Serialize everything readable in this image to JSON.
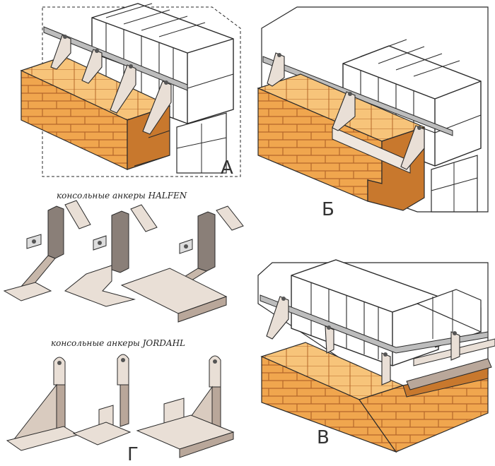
{
  "labels": {
    "panel_a": "А",
    "panel_b": "Б",
    "panel_v": "В",
    "panel_g": "Г"
  },
  "captions": {
    "halfen": "консольные анкеры HALFEN",
    "jordahl": "консольные анкеры JORDAHL"
  },
  "colors": {
    "brick_face": "#f0a64e",
    "brick_top": "#f7c47a",
    "brick_dark": "#c8782d",
    "block": "#ffffff",
    "outline": "#2a2a2a",
    "metal_light": "#e9dfd6",
    "metal_dark": "#b9a79a",
    "rail": "#9a9a9a"
  }
}
